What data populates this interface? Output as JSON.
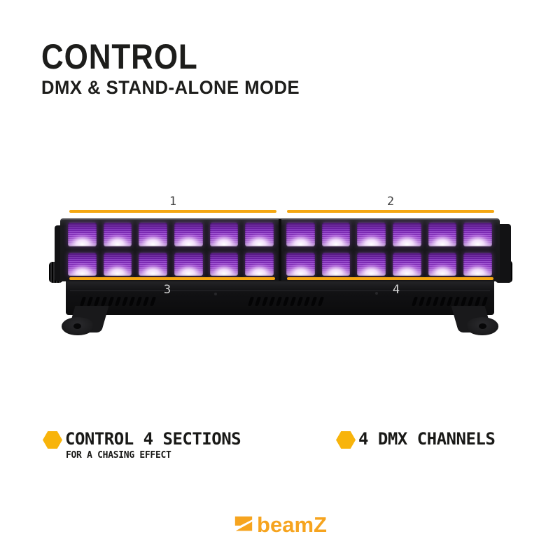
{
  "page": {
    "background": "#ffffff"
  },
  "header": {
    "title": "CONTROL",
    "subtitle": "DMX & STAND-ALONE MODE"
  },
  "device": {
    "description": "black LED UV bar light with 4 marked sections",
    "section_labels": [
      "1",
      "2",
      "3",
      "4"
    ],
    "led_rows": 2,
    "led_columns": 12,
    "vent_groups": 3,
    "vent_slats": 11
  },
  "features": [
    {
      "title": "CONTROL 4 SECTIONS",
      "subtitle": "FOR A CHASING EFFECT"
    },
    {
      "title": "4 DMX CHANNELS"
    }
  ],
  "logo": {
    "text": "beamZ"
  },
  "colors": {
    "accent_yellow": "#F4A712",
    "bullet_yellow": "#F8B40B",
    "logo_orange": "#F6A41F",
    "text_dark": "#1D1D1B",
    "led_purple": "#9E44D6",
    "device_black": "#161618"
  }
}
